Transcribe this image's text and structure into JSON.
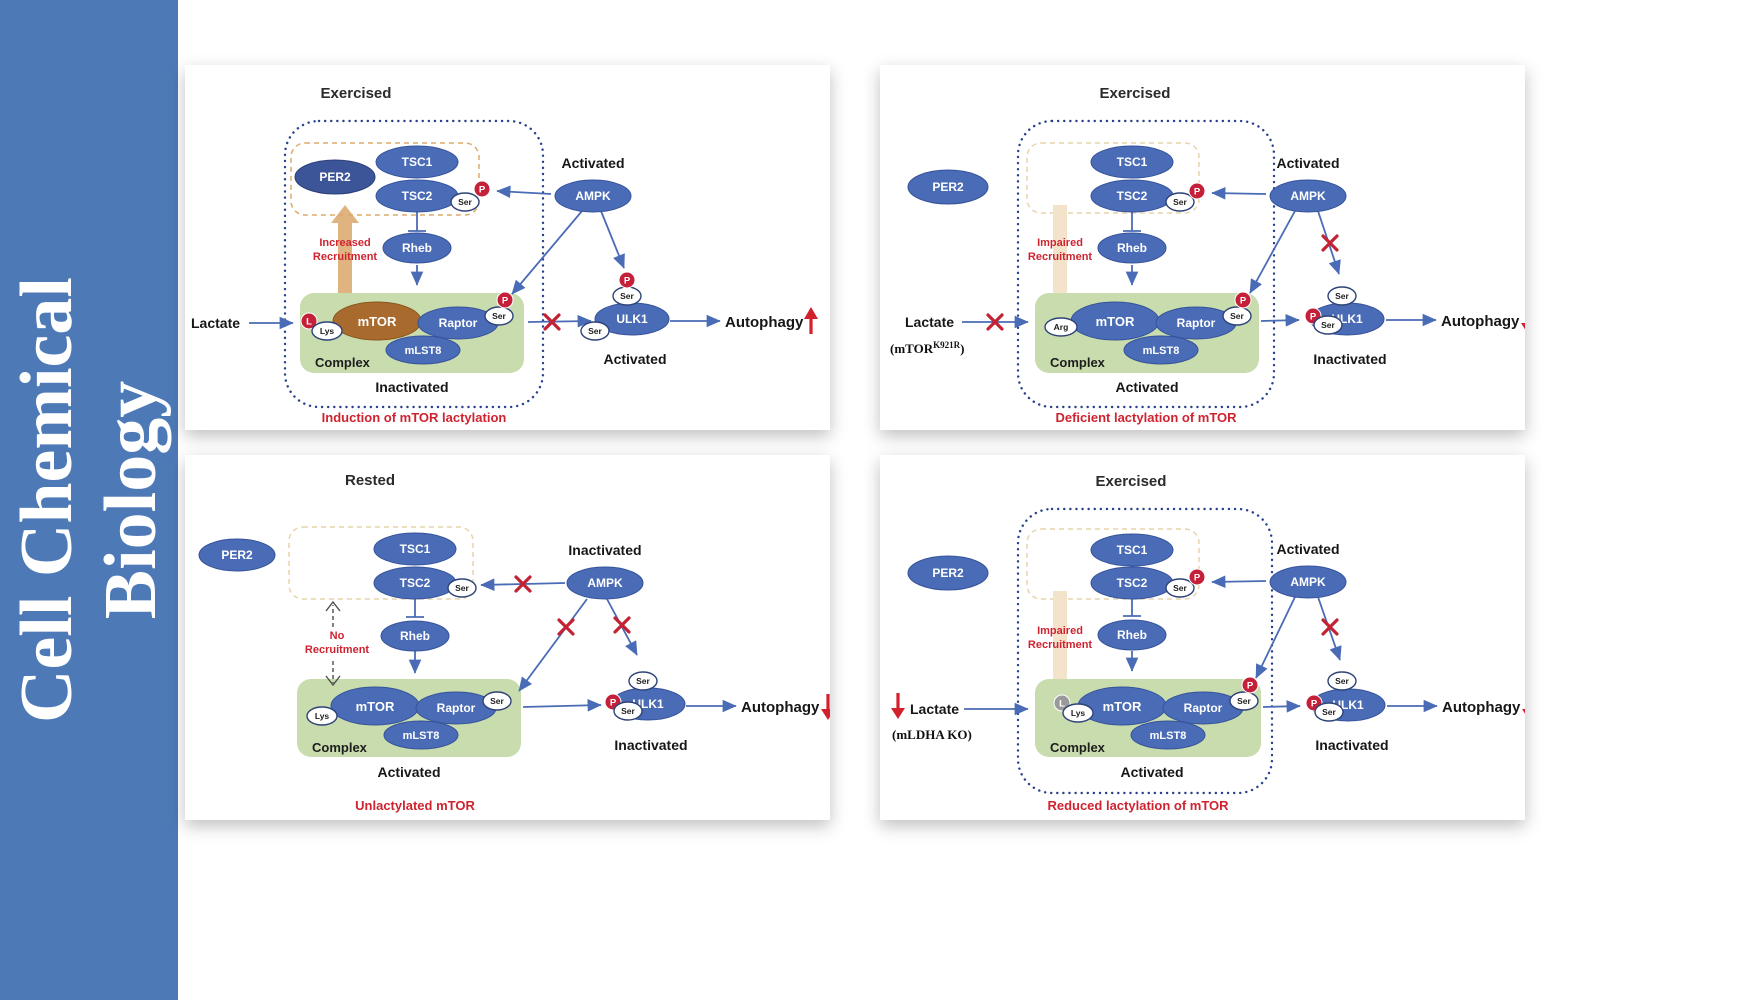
{
  "sidebar": {
    "line1": "Cell Chemical",
    "line2": "Biology",
    "bg_color": "#4d7ab6"
  },
  "labels": {
    "per2": "PER2",
    "tsc1": "TSC1",
    "tsc2": "TSC2",
    "rheb": "Rheb",
    "ampk": "AMPK",
    "mtor": "mTOR",
    "raptor": "Raptor",
    "mlst8": "mLST8",
    "ulk1": "ULK1",
    "complex": "Complex",
    "ser": "Ser",
    "p": "P",
    "l": "L",
    "lys": "Lys",
    "arg": "Arg",
    "lactate": "Lactate",
    "autophagy": "Autophagy",
    "activated": "Activated",
    "inactivated": "Inactivated"
  },
  "colors": {
    "node_blue": "#4a6bb5",
    "mtor_brown": "#a86b2d",
    "complex_green": "#c9dcae",
    "phospho_red": "#c5203a",
    "accent_red": "#cf2330",
    "tan": "#dba76b",
    "gray_badge": "#9a9a9a"
  },
  "panels": {
    "p1": {
      "title": "Exercised",
      "recruitment1": "Increased",
      "recruitment2": "Recruitment",
      "ampk_state": "Activated",
      "complex_state": "Inactivated",
      "ulk1_state": "Activated",
      "autophagy_trend": "increase",
      "caption": "Induction of mTOR lactylation"
    },
    "p2": {
      "title": "Exercised",
      "recruitment1": "Impaired",
      "recruitment2": "Recruitment",
      "ampk_state": "Activated",
      "complex_state": "Activated",
      "ulk1_state": "Inactivated",
      "autophagy_trend": "decrease",
      "note_pre": "(mTOR",
      "note_sup": "K921R",
      "note_post": ")",
      "caption": "Deficient lactylation of mTOR"
    },
    "p3": {
      "title": "Rested",
      "recruitment1": "No",
      "recruitment2": "Recruitment",
      "ampk_state": "Inactivated",
      "complex_state": "Activated",
      "ulk1_state": "Inactivated",
      "autophagy_trend": "decrease",
      "caption": "Unlactylated mTOR"
    },
    "p4": {
      "title": "Exercised",
      "recruitment1": "Impaired",
      "recruitment2": "Recruitment",
      "ampk_state": "Activated",
      "complex_state": "Activated",
      "ulk1_state": "Inactivated",
      "autophagy_trend": "decrease",
      "note": "(mLDHA KO)",
      "caption": "Reduced lactylation of mTOR"
    }
  }
}
